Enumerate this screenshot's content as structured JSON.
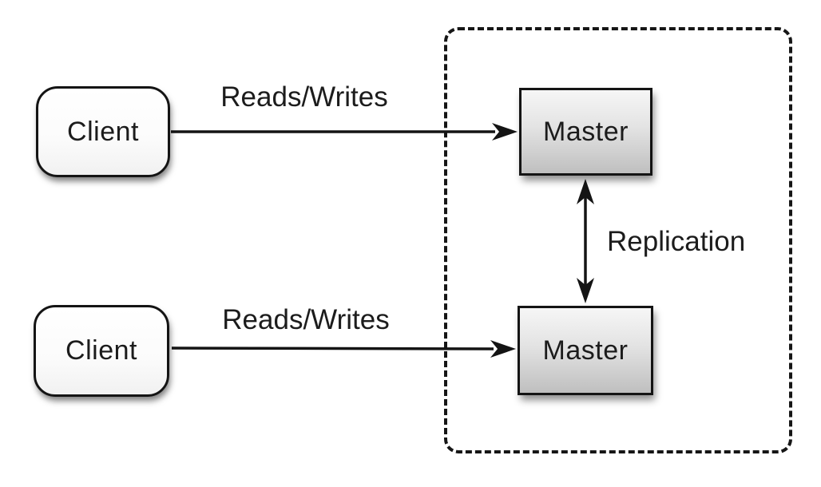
{
  "diagram": {
    "background_color": "#ffffff",
    "stroke_color": "#141414",
    "text_color": "#1c1c1c",
    "nodes": {
      "client_top": {
        "label": "Client",
        "shape": "rounded-rect",
        "fill": "#ffffff"
      },
      "client_bottom": {
        "label": "Client",
        "shape": "rounded-rect",
        "fill": "#ffffff"
      },
      "master_top": {
        "label": "Master",
        "shape": "rect",
        "fill_top": "#f6f6f6",
        "fill_bottom": "#bfbfbf"
      },
      "master_bottom": {
        "label": "Master",
        "shape": "rect",
        "fill_top": "#f6f6f6",
        "fill_bottom": "#bfbfbf"
      }
    },
    "group": {
      "name": "replication-zone",
      "style": "dashed-rounded-border",
      "contains": [
        "master_top",
        "master_bottom"
      ]
    },
    "edges": [
      {
        "from": "client_top",
        "to": "master_top",
        "label": "Reads/Writes",
        "direction": "one-way"
      },
      {
        "from": "client_bottom",
        "to": "master_bottom",
        "label": "Reads/Writes",
        "direction": "one-way"
      },
      {
        "from": "master_top",
        "to": "master_bottom",
        "label": "Replication",
        "direction": "two-way"
      }
    ]
  }
}
